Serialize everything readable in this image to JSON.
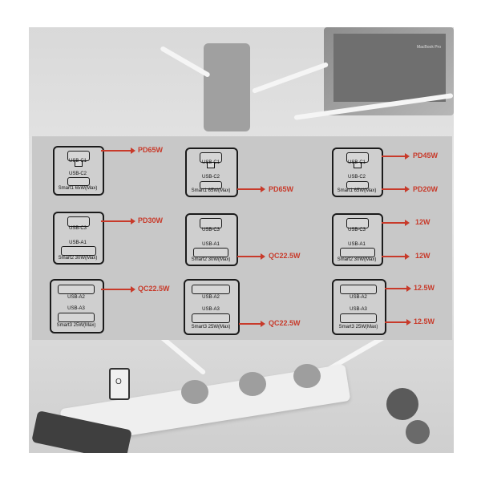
{
  "colors": {
    "arrow": "#c83a2a",
    "outline": "#1b1b1b",
    "panel": "#c8c8c8"
  },
  "laptop_brand": "MacBook Pro",
  "switch_mark": "O",
  "chargers": [
    {
      "label": "Smart1 65W(Max)",
      "ports": [
        "USB-C1",
        "USB-C2"
      ],
      "outputs": [
        "PD65W"
      ]
    },
    {
      "label": "Smart1 65W(Max)",
      "ports": [
        "USB-C1",
        "USB-C2"
      ],
      "outputs": [
        "PD65W"
      ]
    },
    {
      "label": "Smart1 65W(Max)",
      "ports": [
        "USB-C1",
        "USB-C2"
      ],
      "outputs": [
        "PD45W",
        "PD20W"
      ]
    },
    {
      "label": "Smart2 30W(Max)",
      "ports": [
        "USB-C3",
        "USB-A1"
      ],
      "outputs": [
        "PD30W"
      ]
    },
    {
      "label": "Smart2 30W(Max)",
      "ports": [
        "USB-C3",
        "USB-A1"
      ],
      "outputs": [
        "QC22.5W"
      ]
    },
    {
      "label": "Smart2 30W(Max)",
      "ports": [
        "USB-C3",
        "USB-A1"
      ],
      "outputs": [
        "12W",
        "12W"
      ]
    },
    {
      "label": "Smart3 25W(Max)",
      "ports": [
        "USB-A2",
        "USB-A3"
      ],
      "outputs": [
        "QC22.5W"
      ]
    },
    {
      "label": "Smart3 25W(Max)",
      "ports": [
        "USB-A2",
        "USB-A3"
      ],
      "outputs": [
        "QC22.5W"
      ]
    },
    {
      "label": "Smart3 25W(Max)",
      "ports": [
        "USB-A2",
        "USB-A3"
      ],
      "outputs": [
        "12.5W",
        "12.5W"
      ]
    }
  ]
}
